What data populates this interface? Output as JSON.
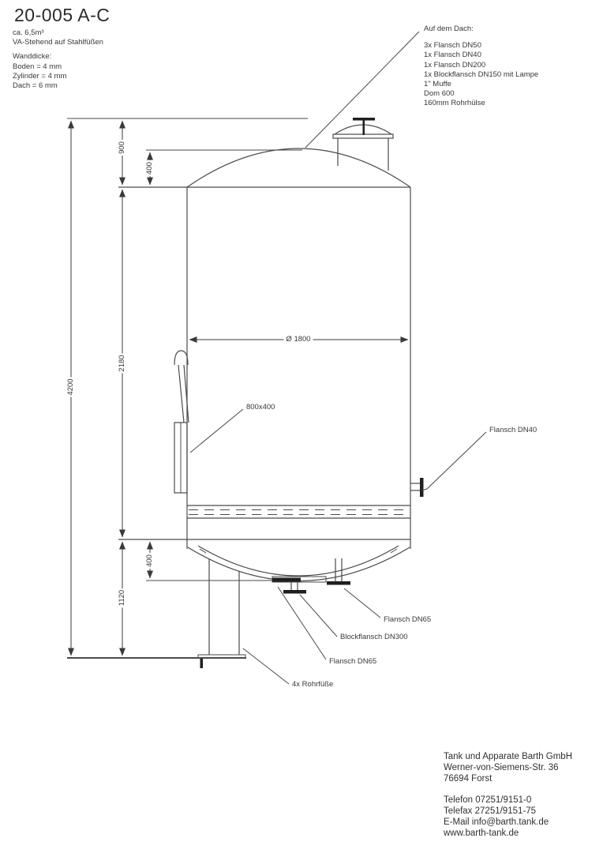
{
  "title": "20-005 A-C",
  "specs": {
    "volume": "ca. 6,5m³",
    "mounting": "VA-Stehend auf Stahlfüßen",
    "wall_heading": "Wanddicke:",
    "wall_lines": [
      "Boden = 4 mm",
      "Zylinder = 4 mm",
      "Dach = 6 mm"
    ]
  },
  "roof_note": {
    "heading": "Auf dem Dach:",
    "items": [
      "3x Flansch DN50",
      "1x Flansch DN40",
      "1x Flansch DN200",
      "1x Blockflansch DN150 mit Lampe",
      "1\" Muffe",
      "Dom 600",
      "160mm Rohrhülse"
    ]
  },
  "dimensions": {
    "total_height": "4200",
    "upper_section": "900",
    "roof_height": "400",
    "cylinder_height": "2180",
    "bottom_head_depth": "400",
    "lower_section": "1120",
    "diameter": "Ø 1800"
  },
  "labels": {
    "side_manway": "800x400",
    "side_flange": "Flansch DN40",
    "bottom_flange_right": "Flansch DN65",
    "block_flange": "Blockflansch DN300",
    "bottom_flange_left": "Flansch DN65",
    "feet": "4x Rohrfüße"
  },
  "company": {
    "name": "Tank und Apparate Barth GmbH",
    "street": "Werner-von-Siemens-Str. 36",
    "city": "76694 Forst",
    "phone": "Telefon 07251/9151-0",
    "fax": "Telefax 27251/9151-75",
    "email": "E-Mail info@barth.tank.de",
    "web": "www.barth-tank.de"
  },
  "colors": {
    "line": "#4a4a4a",
    "fill_dark": "#1f1f1f",
    "text": "#383838"
  }
}
